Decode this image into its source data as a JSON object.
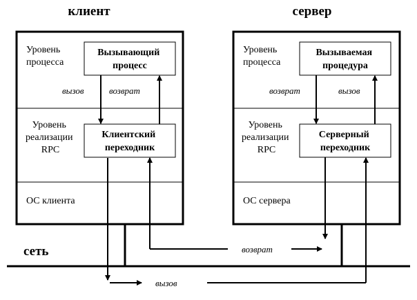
{
  "headers": {
    "client": "клиент",
    "server": "сервер"
  },
  "client": {
    "level_process": [
      "Уровень",
      "процесса"
    ],
    "level_rpc": [
      "Уровень",
      "реализации",
      "RPC"
    ],
    "os_label": "ОС клиента",
    "process_box": [
      "Вызывающий",
      "процесс"
    ],
    "stub_box": [
      "Клиентский",
      "переходник"
    ],
    "call_label": "вызов",
    "return_label": "возврат"
  },
  "server": {
    "level_process": [
      "Уровень",
      "процесса"
    ],
    "level_rpc": [
      "Уровень",
      "реализации",
      "RPC"
    ],
    "os_label": "ОС сервера",
    "process_box": [
      "Вызываемая",
      "процедура"
    ],
    "stub_box": [
      "Серверный",
      "переходник"
    ],
    "return_label": "возврат",
    "call_label": "вызов"
  },
  "network": {
    "label": "сеть",
    "return_label": "возврат",
    "call_label": "вызов"
  }
}
